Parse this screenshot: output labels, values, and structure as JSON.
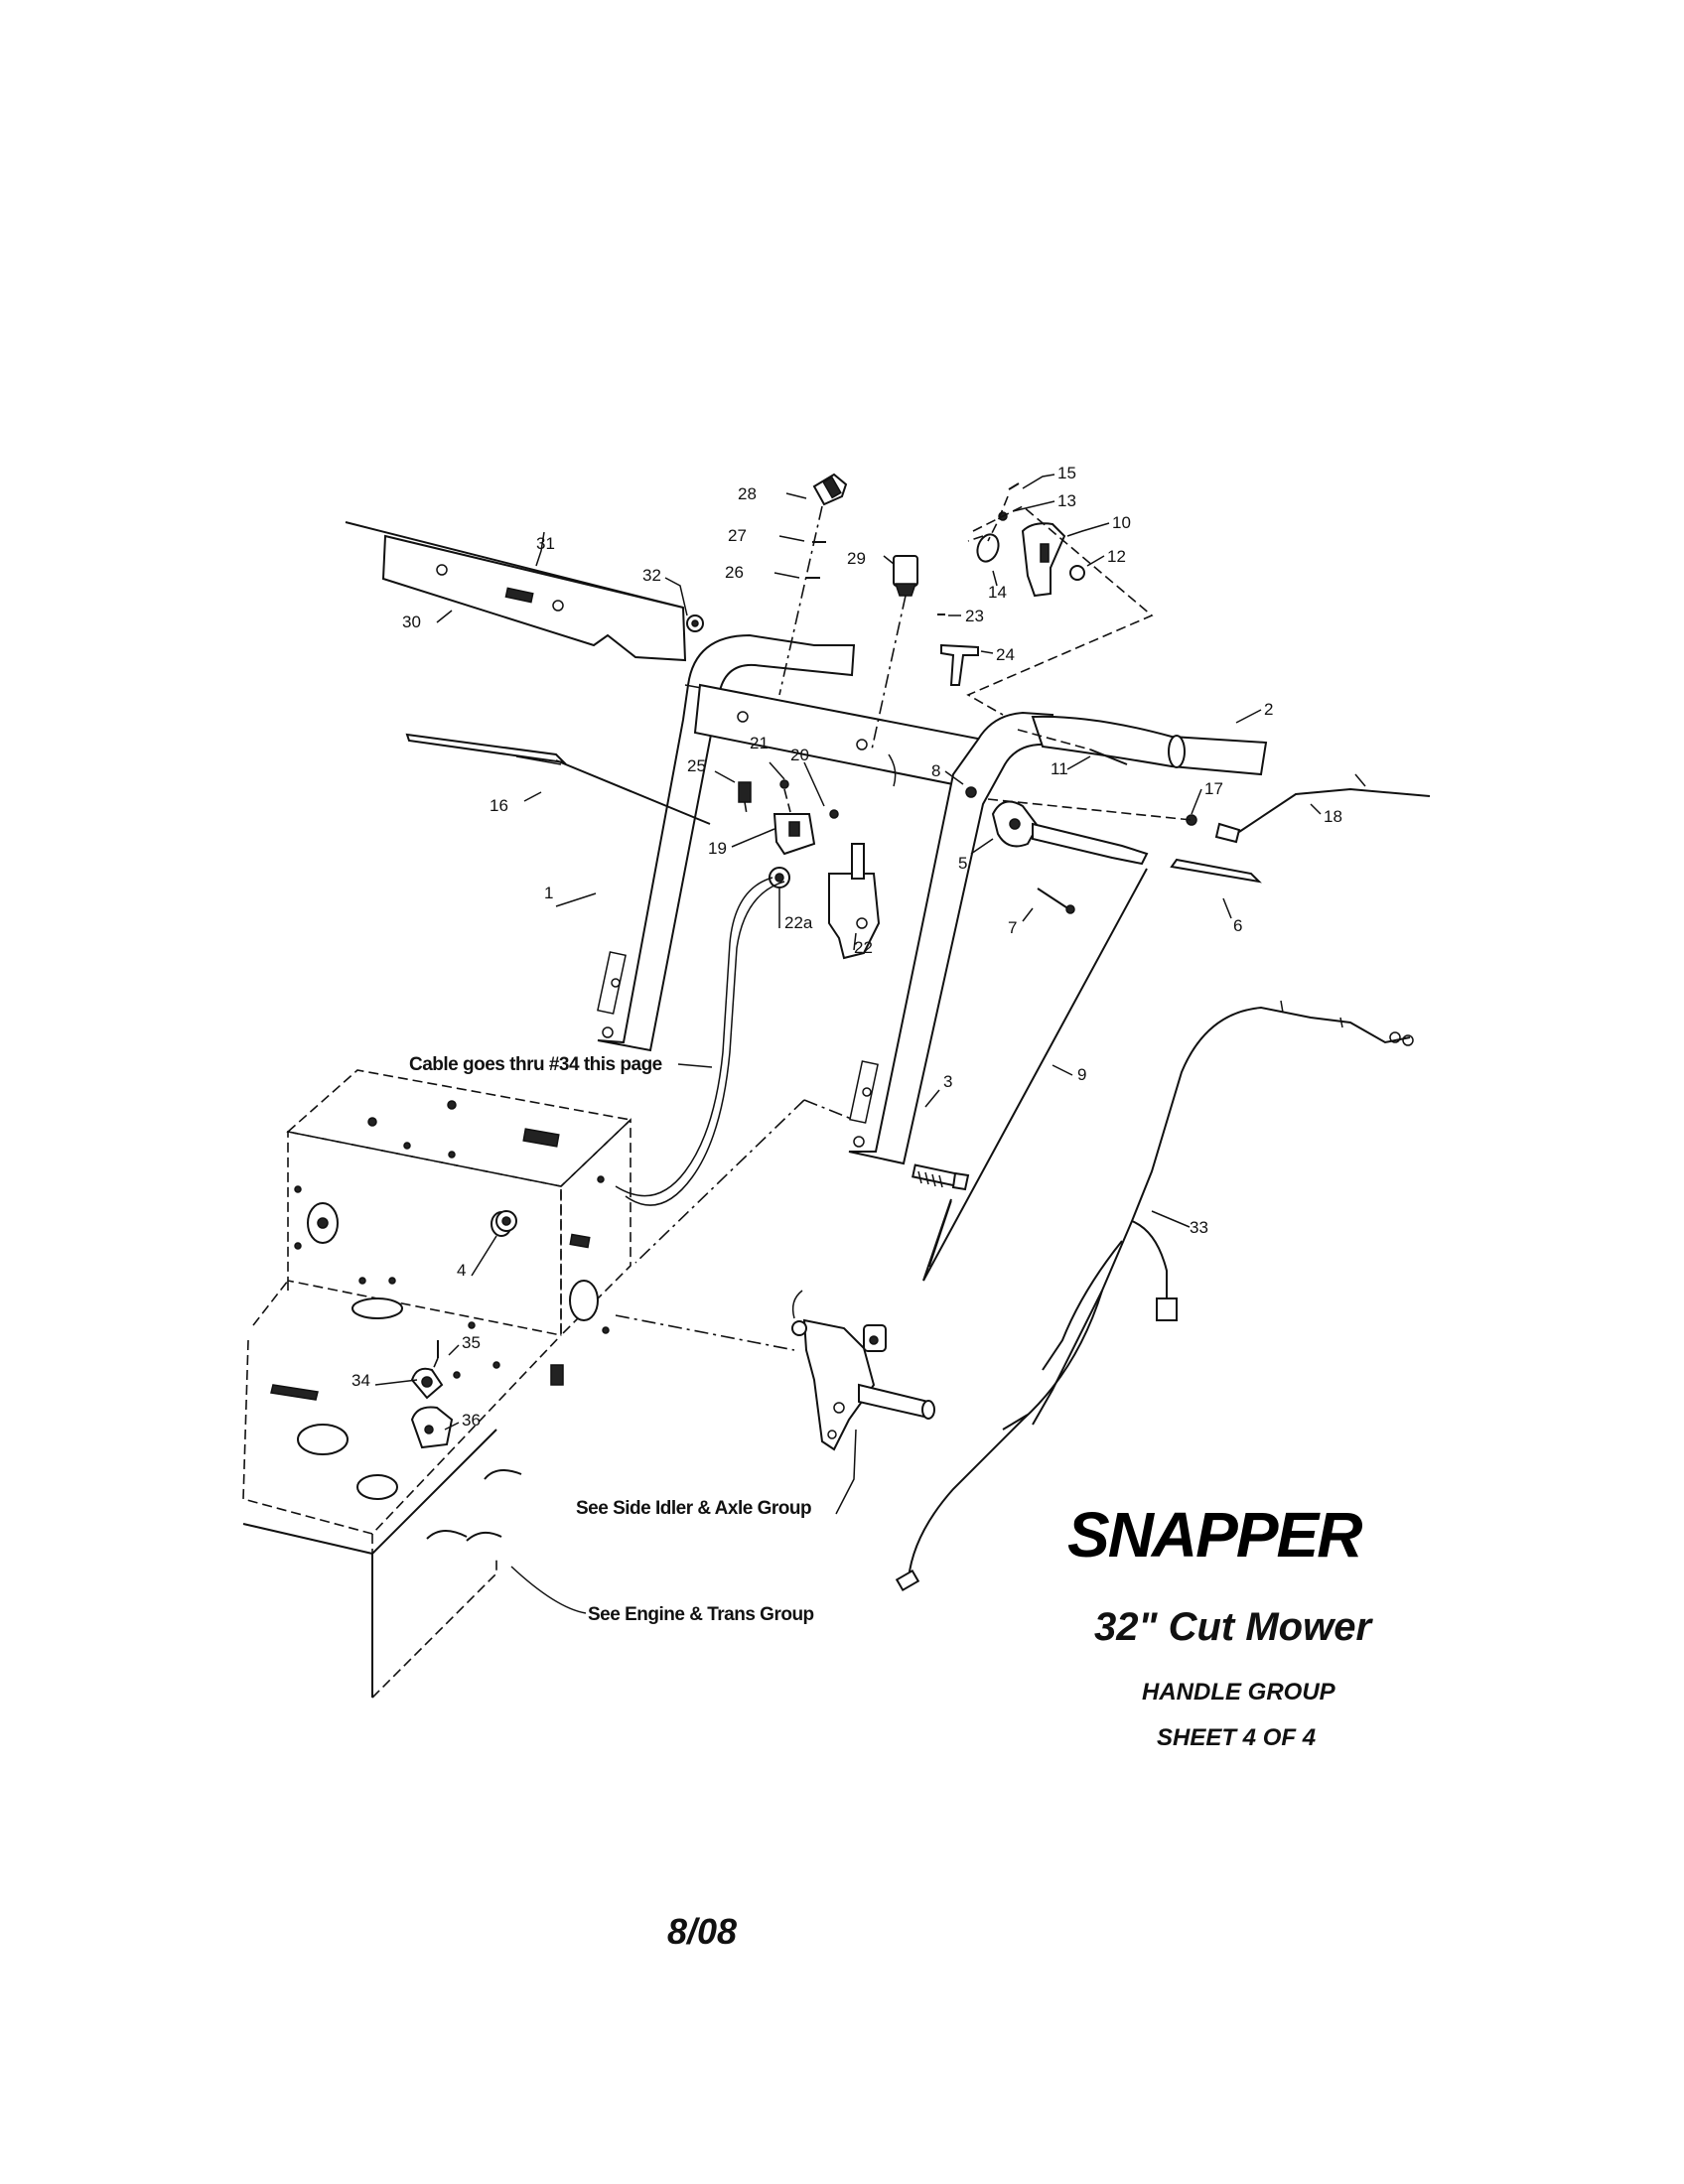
{
  "title_block": {
    "brand": "SNAPPER",
    "model": "32\" Cut Mower",
    "group": "HANDLE GROUP",
    "sheet": "SHEET 4 OF 4"
  },
  "date": "8/08",
  "notes": {
    "cable": "Cable goes thru #34 this page",
    "axle": "See Side Idler & Axle Group",
    "engine": "See Engine & Trans Group"
  },
  "callouts": {
    "c1": "1",
    "c2": "2",
    "c3": "3",
    "c4": "4",
    "c5": "5",
    "c6": "6",
    "c7": "7",
    "c8": "8",
    "c9": "9",
    "c10": "10",
    "c11": "11",
    "c12": "12",
    "c13": "13",
    "c14": "14",
    "c15": "15",
    "c16": "16",
    "c17": "17",
    "c18": "18",
    "c19": "19",
    "c20": "20",
    "c21": "21",
    "c22": "22",
    "c22a": "22a",
    "c23": "23",
    "c24": "24",
    "c25": "25",
    "c26": "26",
    "c27": "27",
    "c28": "28",
    "c29": "29",
    "c30": "30",
    "c31": "31",
    "c32": "32",
    "c33": "33",
    "c34": "34",
    "c35": "35",
    "c36": "36"
  }
}
